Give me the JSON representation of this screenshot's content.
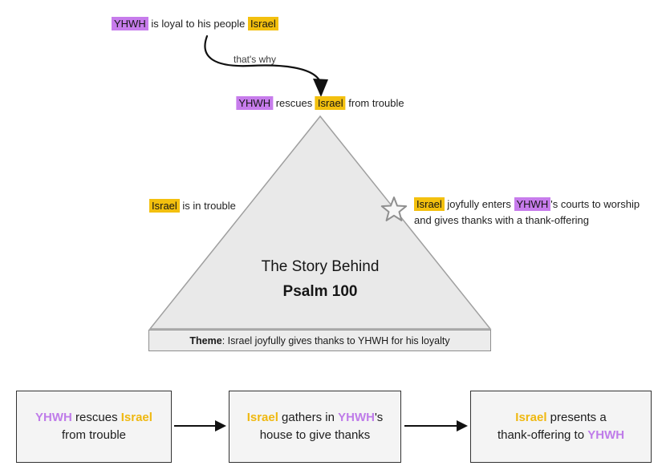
{
  "colors": {
    "yhwh_highlight": "#c77cec",
    "israel_highlight": "#f3c00e",
    "yhwh_text": "#bf7ce9",
    "israel_text": "#efb810",
    "triangle_fill": "#e9e9e9",
    "triangle_stroke": "#a0a0a0"
  },
  "loyalty": {
    "yhwh": "YHWH",
    "mid": " is loyal to his people ",
    "israel": "Israel"
  },
  "causal": {
    "label": "that's why"
  },
  "rescue": {
    "yhwh": "YHWH",
    "mid": " rescues ",
    "israel": "Israel",
    "end": " from trouble"
  },
  "triangle": {
    "left_label": {
      "israel": "Israel",
      "end": " is in trouble"
    },
    "right_label": {
      "israel": "Israel",
      "mid": " joyfully enters ",
      "yhwh": "YHWH",
      "end": "'s courts to worship and gives thanks with a thank-offering"
    },
    "title": "The Story Behind",
    "subtitle": "Psalm 100",
    "theme": {
      "label": "Theme",
      "text": ": Israel joyfully gives thanks to YHWH for his loyalty"
    }
  },
  "timeline": {
    "box1": {
      "yhwh": "YHWH",
      "mid": " rescues ",
      "israel": "Israel",
      "line2": "from trouble"
    },
    "box2": {
      "israel": "Israel",
      "mid": " gathers in ",
      "yhwh": "YHWH",
      "apos": "'s",
      "line2": "house to give thanks"
    },
    "box3": {
      "israel": "Israel",
      "end": " presents a",
      "line2_start": "thank-offering to ",
      "yhwh": "YHWH"
    }
  }
}
